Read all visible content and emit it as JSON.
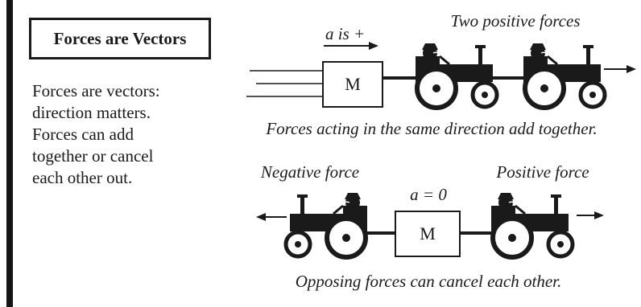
{
  "title": "Forces are Vectors",
  "description_lines": [
    "Forces are vectors:",
    "direction matters.",
    "Forces can add",
    "together or cancel",
    "each other out."
  ],
  "top_scene": {
    "accel_label": "a is +",
    "forces_label": "Two positive forces",
    "mass_label": "M",
    "caption": "Forces acting in the same direction add together."
  },
  "bottom_scene": {
    "negative_label": "Negative force",
    "accel_label": "a = 0",
    "positive_label": "Positive force",
    "mass_label": "M",
    "caption": "Opposing forces can cancel each other."
  }
}
